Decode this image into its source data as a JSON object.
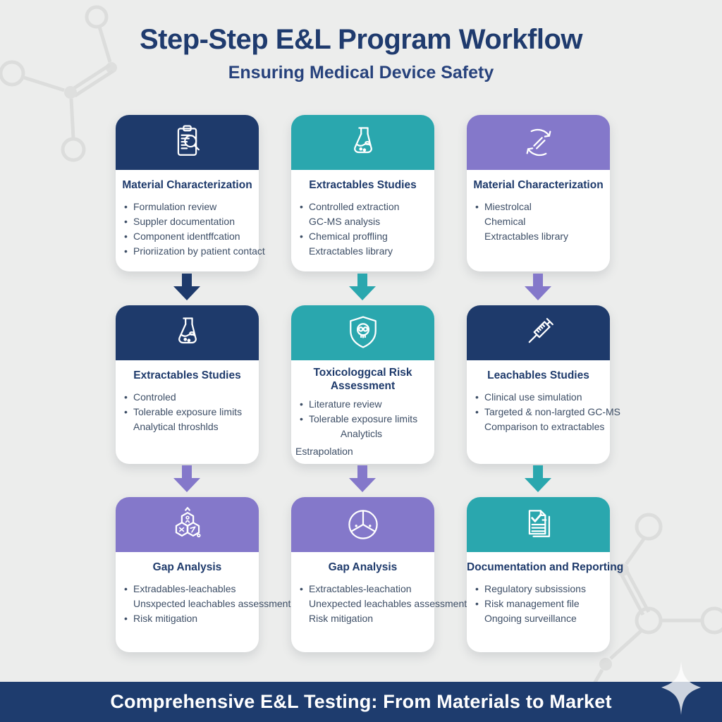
{
  "page": {
    "title": "Step-Step E&L Program Workflow",
    "subtitle": "Ensuring Medical Device Safety",
    "banner": "Comprehensive E&L Testing: From Materials to Market"
  },
  "colors": {
    "navy": "#1e3a6b",
    "teal": "#2aa7ae",
    "purple": "#8478ca",
    "background": "#ecedec",
    "card_background": "#ffffff",
    "banner_background": "#1e3c6e",
    "heading_text": "#1f3b6e",
    "body_text": "#3d4e66",
    "banner_text": "#ffffff"
  },
  "cards": [
    {
      "title": "Material Characterization",
      "icon": "clipboard-search-icon",
      "header_color": "navy",
      "lines": [
        {
          "marker": "•",
          "text": "Formulation review"
        },
        {
          "marker": "•",
          "text": "Suppler documentation"
        },
        {
          "marker": "•",
          "text": "Component identffcation"
        },
        {
          "marker": "•",
          "text": "Prioriization by patient contact"
        }
      ]
    },
    {
      "title": "Extractables Studies",
      "icon": "flask-icon",
      "header_color": "teal",
      "lines": [
        {
          "marker": "•",
          "text": "Controlled extraction"
        },
        {
          "marker": "",
          "text": "GC-MS analysis"
        },
        {
          "marker": "•",
          "text": "Chemical proffling"
        },
        {
          "marker": "",
          "text": "Extractables library"
        }
      ]
    },
    {
      "title": "Material Characterization",
      "icon": "cycle-arrows-icon",
      "header_color": "purple",
      "lines": [
        {
          "marker": "•",
          "text": "Miestrolcal"
        },
        {
          "marker": "",
          "text": "Chemical"
        },
        {
          "marker": "",
          "text": "Extractables library"
        }
      ]
    },
    {
      "title": "Extractables Studies",
      "icon": "flask-icon",
      "header_color": "navy",
      "lines": [
        {
          "marker": "•",
          "text": "Controled"
        },
        {
          "marker": "•",
          "text": "Tolerable exposure limits"
        },
        {
          "marker": "",
          "text": "Analytical throshlds"
        }
      ]
    },
    {
      "title": "Toxicologgcal Risk Assessment",
      "icon": "skull-shield-icon",
      "header_color": "teal",
      "lines": [
        {
          "marker": "•",
          "text": "Literature review"
        },
        {
          "marker": "•",
          "text": "Tolerable exposure limits"
        },
        {
          "marker": "",
          "text": "Analyticls"
        },
        {
          "marker": "",
          "text": "Estrapolation"
        }
      ]
    },
    {
      "title": "Leachables Studies",
      "icon": "syringe-icon",
      "header_color": "navy",
      "lines": [
        {
          "marker": "•",
          "text": "Clinical use simulation"
        },
        {
          "marker": "•",
          "text": "Targeted & non-largted GC-MS"
        },
        {
          "marker": "",
          "text": "Comparison to extractables"
        }
      ]
    },
    {
      "title": "Gap Analysis",
      "icon": "hexagon-molecules-icon",
      "header_color": "purple",
      "lines": [
        {
          "marker": "•",
          "text": "Extradables-leachables"
        },
        {
          "marker": "",
          "text": "Unsxpected leachables assessment"
        },
        {
          "marker": "•",
          "text": "Risk mitigation"
        }
      ]
    },
    {
      "title": "Gap Analysis",
      "icon": "three-way-circle-icon",
      "header_color": "purple",
      "lines": [
        {
          "marker": "•",
          "text": "Extractables-leachation"
        },
        {
          "marker": "",
          "text": "Unexpected leachables assessment"
        },
        {
          "marker": "",
          "text": "Risk mitigation"
        }
      ]
    },
    {
      "title": "Documentation and Reporting",
      "icon": "document-check-icon",
      "header_color": "teal",
      "lines": [
        {
          "marker": "•",
          "text": "Regulatory subsissions"
        },
        {
          "marker": "•",
          "text": "Risk management file"
        },
        {
          "marker": "",
          "text": "Ongoing surveillance"
        }
      ]
    }
  ],
  "arrows": {
    "after_row_1": [
      "navy",
      "teal",
      "purple"
    ],
    "after_row_2": [
      "purple",
      "purple",
      "teal"
    ]
  }
}
